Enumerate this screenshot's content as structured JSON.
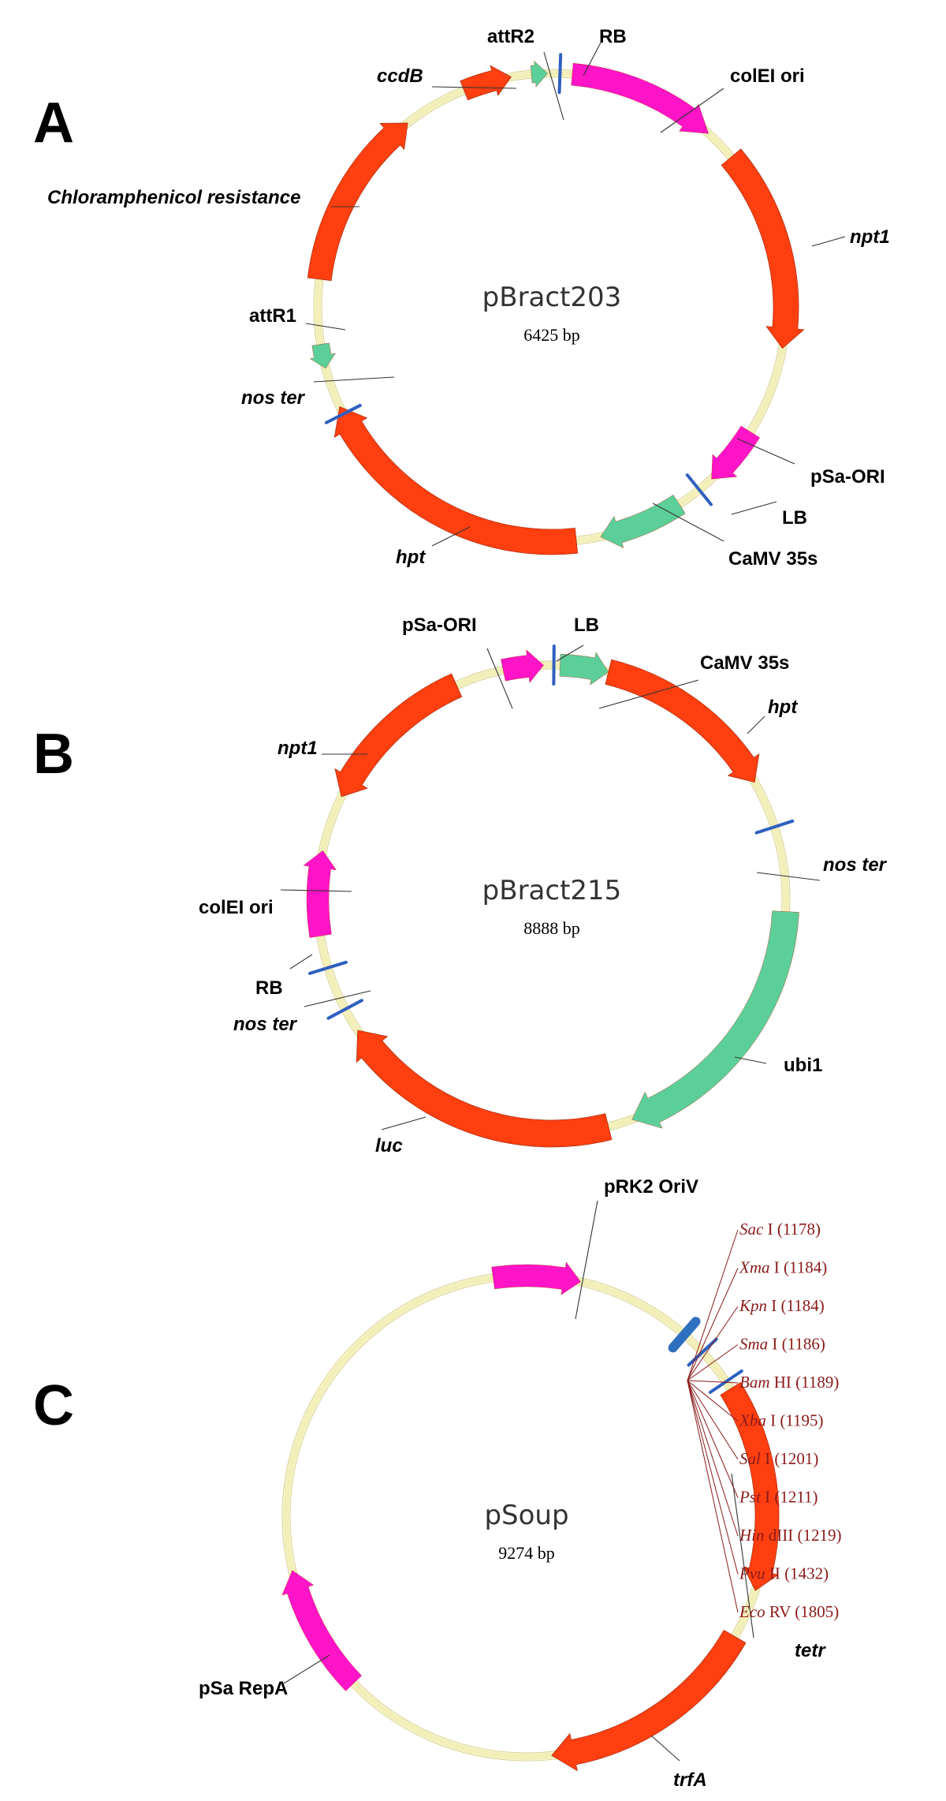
{
  "colors": {
    "selection_gene": "#ff3f10",
    "origin": "#ff14c8",
    "promoter_att": "#5ccf99",
    "border": "#2f5fbf",
    "restriction_label": "#8b1a1a",
    "backbone": "#f3efb9"
  },
  "panels": [
    {
      "label": "A",
      "name": "pBract203",
      "size": "6425 bp",
      "features": [
        {
          "id": "ccdb",
          "label": "ccdB",
          "italic": true
        },
        {
          "id": "attr2",
          "label": "attR2",
          "italic": false
        },
        {
          "id": "rb",
          "label": "RB",
          "italic": false
        },
        {
          "id": "colei",
          "label": "colEI ori",
          "italic": false
        },
        {
          "id": "npt1",
          "label": "npt1",
          "italic": true
        },
        {
          "id": "psaori",
          "label": "pSa-ORI",
          "italic": false
        },
        {
          "id": "lb",
          "label": "LB",
          "italic": false
        },
        {
          "id": "camv",
          "label": "CaMV 35s",
          "italic": false
        },
        {
          "id": "hpt",
          "label": "hpt",
          "italic": true
        },
        {
          "id": "noster",
          "label": "nos ter",
          "italic": true
        },
        {
          "id": "attr1",
          "label": "attR1",
          "italic": false
        },
        {
          "id": "cmr",
          "label": "Chloramphenicol resistance",
          "italic": true
        }
      ]
    },
    {
      "label": "B",
      "name": "pBract215",
      "size": "8888 bp",
      "features": [
        {
          "id": "psaori",
          "label": "pSa-ORI",
          "italic": false
        },
        {
          "id": "lb",
          "label": "LB",
          "italic": false
        },
        {
          "id": "camv",
          "label": "CaMV 35s",
          "italic": false
        },
        {
          "id": "hpt",
          "label": "hpt",
          "italic": true
        },
        {
          "id": "noster1",
          "label": "nos ter",
          "italic": true
        },
        {
          "id": "ubi1",
          "label": "ubi1",
          "italic": false
        },
        {
          "id": "luc",
          "label": "luc",
          "italic": true
        },
        {
          "id": "noster2",
          "label": "nos ter",
          "italic": true
        },
        {
          "id": "rb",
          "label": "RB",
          "italic": false
        },
        {
          "id": "colei",
          "label": "colEI ori",
          "italic": false
        },
        {
          "id": "npt1",
          "label": "npt1",
          "italic": true
        }
      ]
    },
    {
      "label": "C",
      "name": "pSoup",
      "size": "9274 bp",
      "features": [
        {
          "id": "prk2",
          "label": "pRK2 OriV",
          "italic": false
        },
        {
          "id": "tetr",
          "label": "tetr",
          "italic": true
        },
        {
          "id": "trfa",
          "label": "trfA",
          "italic": true
        },
        {
          "id": "psarepa",
          "label": "pSa RepA",
          "italic": false
        }
      ],
      "sites": [
        {
          "enzyme": "Sac",
          "suffix": "I",
          "position": "(1178)"
        },
        {
          "enzyme": "Xma",
          "suffix": "I",
          "position": "(1184)"
        },
        {
          "enzyme": "Kpn",
          "suffix": "I",
          "position": "(1184)"
        },
        {
          "enzyme": "Sma",
          "suffix": "I",
          "position": "(1186)"
        },
        {
          "enzyme": "Bam",
          "suffix": "HI",
          "position": "(1189)"
        },
        {
          "enzyme": "Xba",
          "suffix": "I",
          "position": "(1195)"
        },
        {
          "enzyme": "Sal",
          "suffix": "I",
          "position": "(1201)"
        },
        {
          "enzyme": "Pst",
          "suffix": "I",
          "position": "(1211)"
        },
        {
          "enzyme": "Hin",
          "suffix": "dIII",
          "position": "(1219)"
        },
        {
          "enzyme": "Pvu",
          "suffix": "II",
          "position": "(1432)"
        },
        {
          "enzyme": "Eco",
          "suffix": "RV",
          "position": "(1805)"
        }
      ]
    }
  ]
}
